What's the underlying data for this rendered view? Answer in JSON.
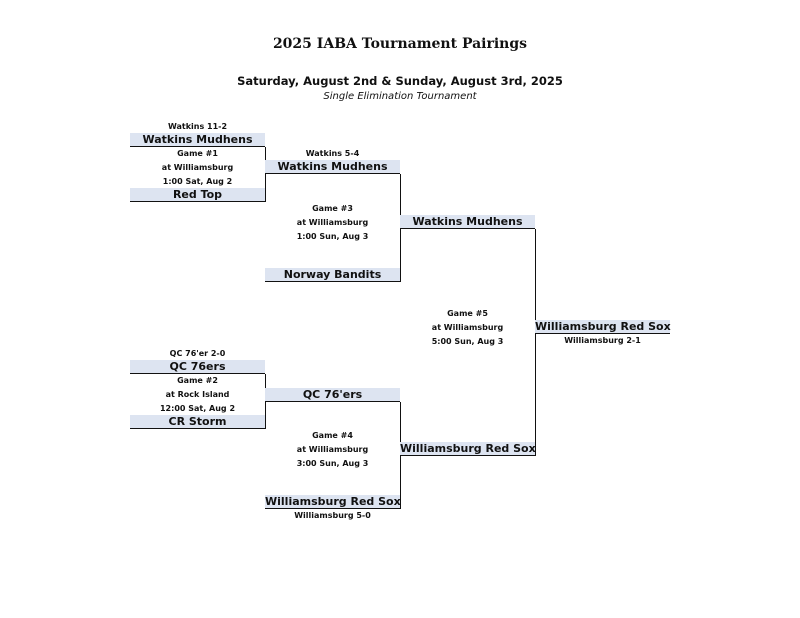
{
  "header": {
    "title": "2025 IABA Tournament Pairings",
    "dates": "Saturday, August 2nd & Sunday, August 3rd, 2025",
    "format": "Single Elimination Tournament"
  },
  "game1": {
    "result": "Watkins 11-2",
    "team_top": "Watkins Mudhens",
    "team_bottom": "Red Top",
    "label": "Game #1",
    "location": "at Williamsburg",
    "time": "1:00 Sat, Aug 2"
  },
  "game2": {
    "result": "QC 76'er 2-0",
    "team_top": "QC 76ers",
    "team_bottom": "CR Storm",
    "label": "Game #2",
    "location": "at Rock Island",
    "time": "12:00 Sat, Aug 2"
  },
  "game3": {
    "result": "Watkins 5-4",
    "team_top": "Watkins Mudhens",
    "team_bottom": "Norway Bandits",
    "label": "Game #3",
    "location": "at Williamsburg",
    "time": "1:00 Sun, Aug 3"
  },
  "game4": {
    "team_top": "QC 76'ers",
    "team_bottom": "Williamsburg Red Sox",
    "result": "Williamsburg 5-0",
    "label": "Game #4",
    "location": "at Williamsburg",
    "time": "3:00 Sun, Aug 3"
  },
  "game5": {
    "team_top": "Watkins Mudhens",
    "team_bottom": "Williamsburg Red Sox",
    "label": "Game #5",
    "location": "at Williamsburg",
    "time": "5:00 Sun, Aug 3"
  },
  "champion": {
    "team": "Williamsburg Red Sox",
    "result": "Williamsburg 2-1"
  }
}
